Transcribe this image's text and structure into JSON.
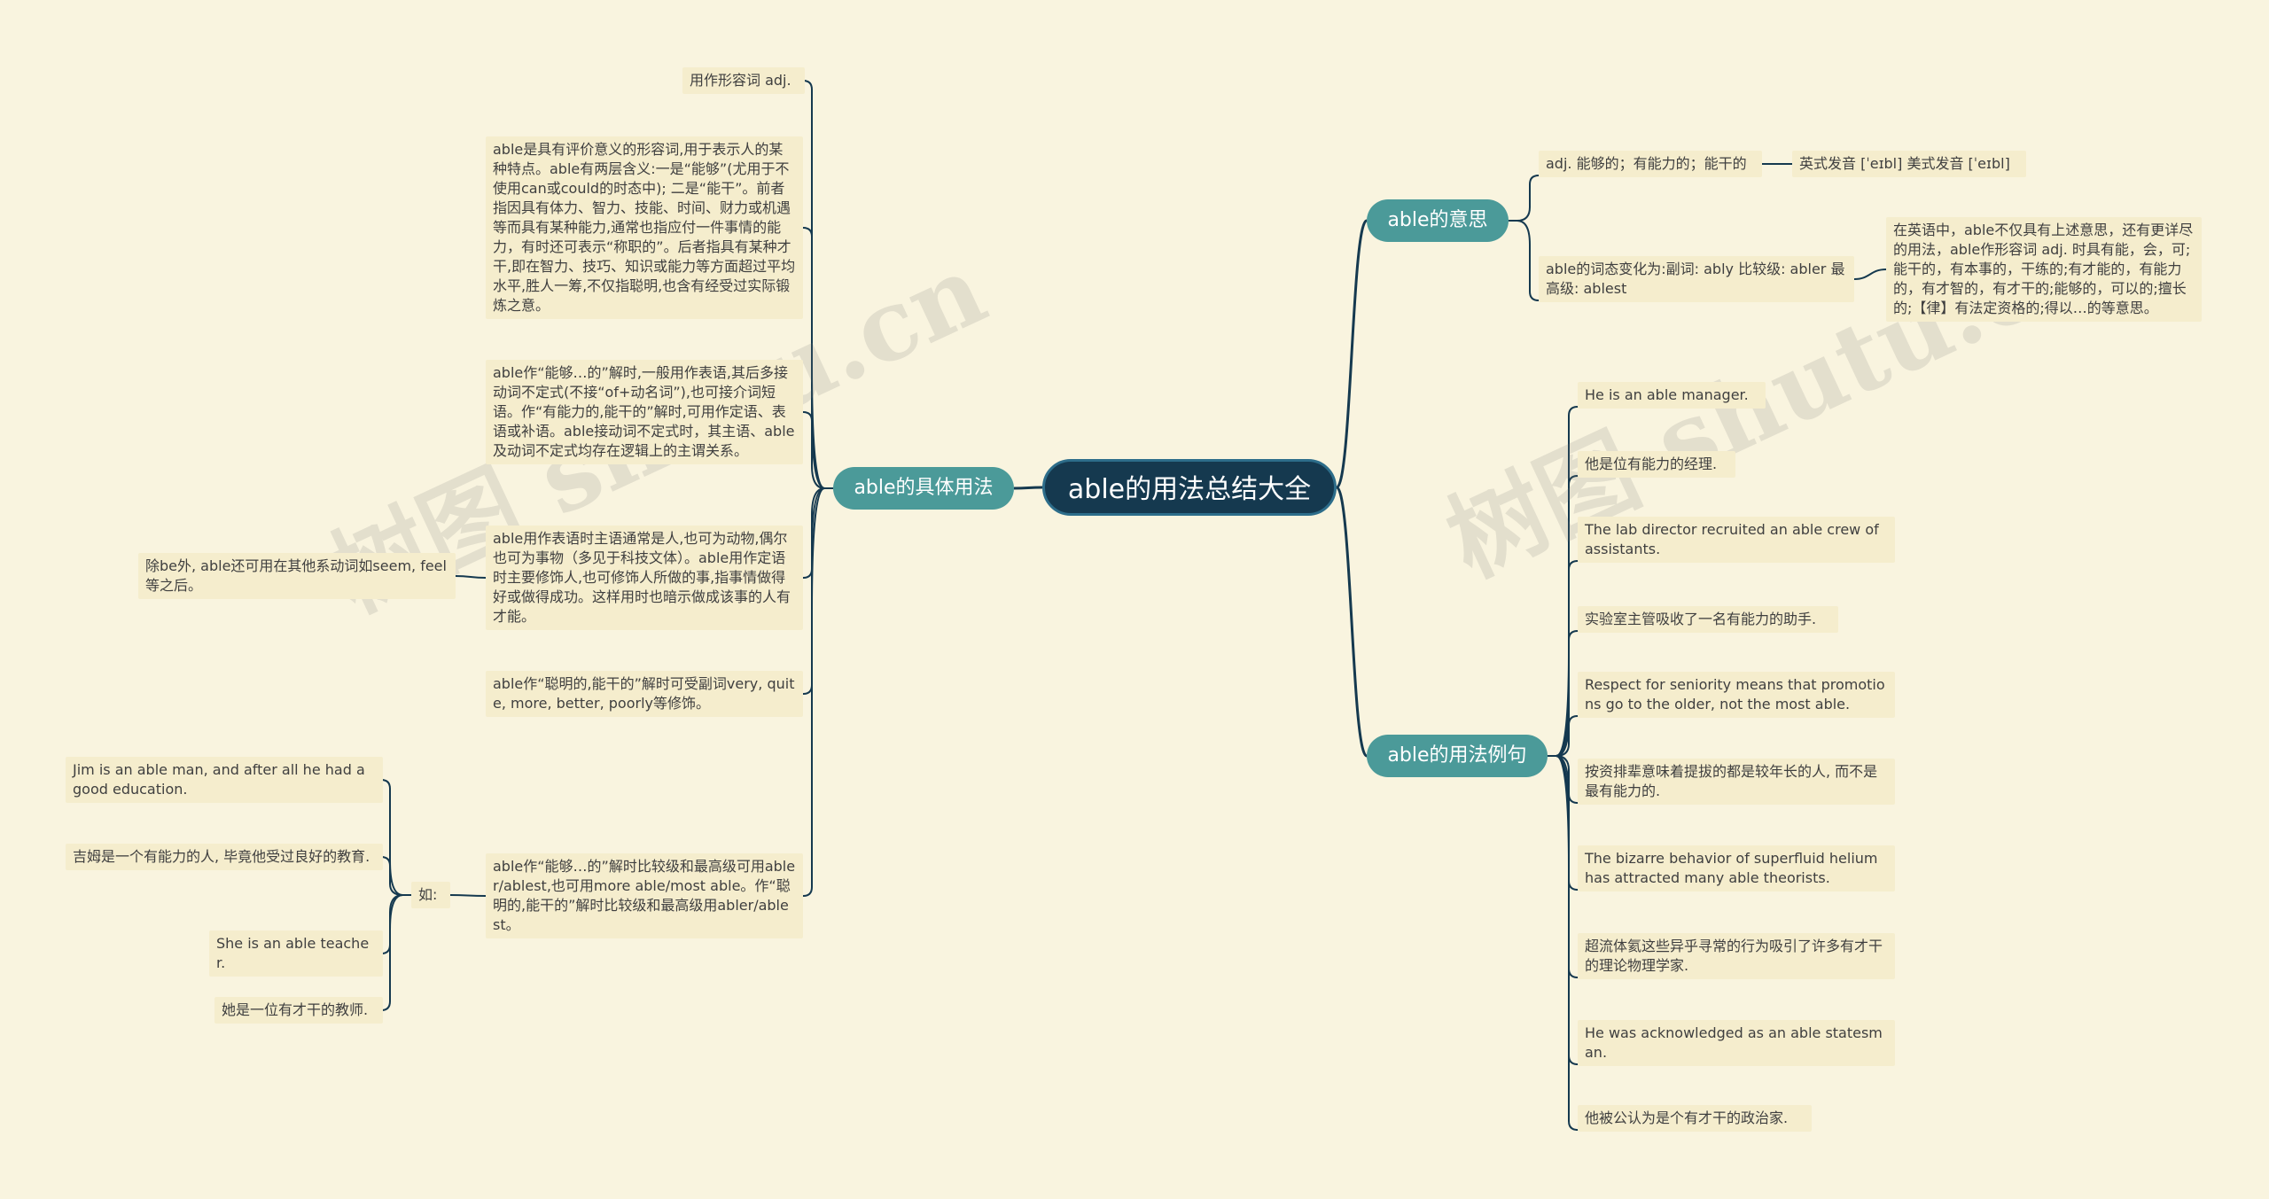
{
  "root": {
    "label": "able的用法总结大全"
  },
  "branches": {
    "meaning": {
      "label": "able的意思"
    },
    "usage": {
      "label": "able的具体用法"
    },
    "examples": {
      "label": "able的用法例句"
    }
  },
  "meaning": {
    "adj": "adj. 能够的；有能力的；能干的",
    "pronunciation": "英式发音 [ˈeɪbl] 美式发音 [ˈeɪbl]",
    "forms": "able的词态变化为:副词: ably 比较级: abler 最高级: ablest",
    "detail": "在英语中，able不仅具有上述意思，还有更详尽的用法，able作形容词 adj. 时具有能，会，可;能干的，有本事的，干练的;有才能的，有能力的，有才智的，有才干的;能够的，可以的;擅长的;【律】有法定资格的;得以…的等意思。"
  },
  "usage": {
    "u1": "用作形容词 adj.",
    "u2": "able是具有评价意义的形容词,用于表示人的某种特点。able有两层含义:一是“能够”(尤用于不使用can或could的时态中); 二是“能干”。前者指因具有体力、智力、技能、时间、财力或机遇等而具有某种能力,通常也指应付一件事情的能力，有时还可表示“称职的”。后者指具有某种才干,即在智力、技巧、知识或能力等方面超过平均水平,胜人一筹,不仅指聪明,也含有经受过实际锻炼之意。",
    "u3": "able作“能够…的”解时,一般用作表语,其后多接动词不定式(不接“of+动名词”),也可接介词短语。作“有能力的,能干的”解时,可用作定语、表语或补语。able接动词不定式时，其主语、able及动词不定式均存在逻辑上的主谓关系。",
    "u4": "able用作表语时主语通常是人,也可为动物,偶尔也可为事物（多见于科技文体）。able用作定语时主要修饰人,也可修饰人所做的事,指事情做得好或做得成功。这样用时也暗示做成该事的人有才能。",
    "u4note": "除be外, able还可用在其他系动词如seem, feel等之后。",
    "u5": "able作“聪明的,能干的”解时可受副词very, quite, more, better, poorly等修饰。",
    "u6": "able作“能够…的”解时比较级和最高级可用abler/ablest,也可用more able/most able。作“聪明的,能干的”解时比较级和最高级用abler/ablest。",
    "ru": "如:",
    "ex1": "Jim is an able man, and after all he had a good education.",
    "ex2": "吉姆是一个有能力的人, 毕竟他受过良好的教育.",
    "ex3": "She is an able teacher.",
    "ex4": "她是一位有才干的教师."
  },
  "examples": {
    "e1": "He is an able manager.",
    "e2": "他是位有能力的经理.",
    "e3": "The lab director recruited an able crew of assistants.",
    "e4": "实验室主管吸收了一名有能力的助手.",
    "e5": "Respect for seniority means that promotions go to the older, not the most able.",
    "e6": "按资排辈意味着提拔的都是较年长的人, 而不是最有能力的.",
    "e7": "The bizarre behavior of superfluid helium has attracted many able theorists.",
    "e8": "超流体氦这些异乎寻常的行为吸引了许多有才干的理论物理学家.",
    "e9": "He was acknowledged as an able statesman.",
    "e10": "他被公认为是个有才干的政治家."
  },
  "watermarks": [
    "树图 shutu.cn",
    "树图 shutu.cn"
  ],
  "colors": {
    "background": "#f9f4df",
    "root": "#15394f",
    "branch": "#4b9a99",
    "leaf": "#f5edcd",
    "line": "#15394f"
  }
}
